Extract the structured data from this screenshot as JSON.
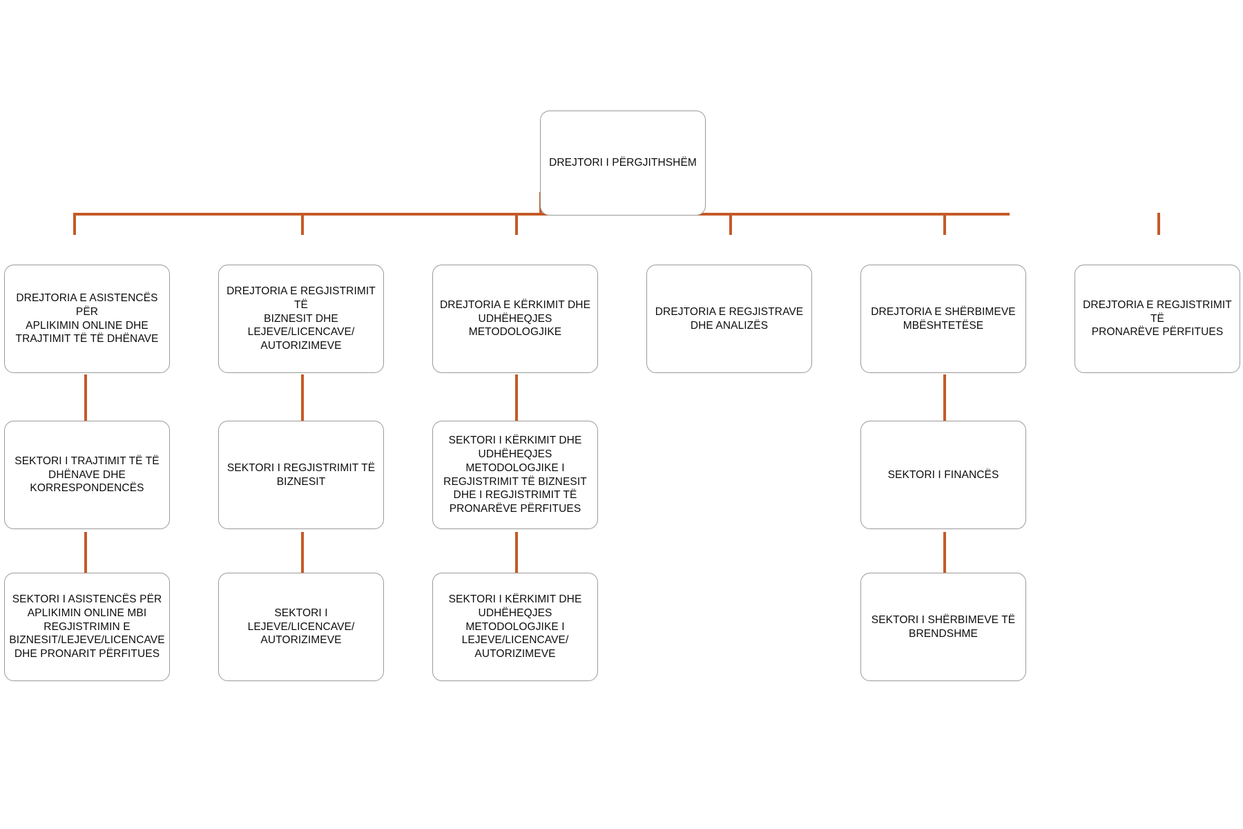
{
  "diagram": {
    "title": "Organizational chart",
    "colors": {
      "connector": "#c55a28",
      "node_border": "#9a9a9a",
      "node_fill": "#ffffff",
      "text": "#0d0d0d",
      "background": "#ffffff"
    }
  },
  "root": {
    "label": "DREJTORI I PËRGJITHSHËM"
  },
  "columns": [
    {
      "directorate": "DREJTORIA E ASISTENCËS PËR\nAPLIKIMIN ONLINE DHE\nTRAJTIMIT TË TË DHËNAVE",
      "sector_1": "SEKTORI I TRAJTIMIT TË TË\nDHËNAVE DHE\nKORRESPONDENCËS",
      "sector_2": "SEKTORI I ASISTENCËS PËR\nAPLIKIMIN ONLINE MBI\nREGJISTRIMIN E\nBIZNESIT/LEJEVE/LICENCAVE\nDHE PRONARIT PËRFITUES"
    },
    {
      "directorate": "DREJTORIA E REGJISTRIMIT TË\nBIZNESIT DHE\nLEJEVE/LICENCAVE/\nAUTORIZIMEVE",
      "sector_1": "SEKTORI I REGJISTRIMIT TË\nBIZNESIT",
      "sector_2": "SEKTORI I\nLEJEVE/LICENCAVE/\nAUTORIZIMEVE"
    },
    {
      "directorate": "DREJTORIA E KËRKIMIT DHE\nUDHËHEQJES\nMETODOLOGJIKE",
      "sector_1": "SEKTORI I KËRKIMIT DHE\nUDHËHEQJES\nMETODOLOGJIKE I\nREGJISTRIMIT TË BIZNESIT\nDHE I REGJISTRIMIT TË\nPRONARËVE PËRFITUES",
      "sector_2": "SEKTORI I KËRKIMIT DHE\nUDHËHEQJES METODOLOGJIKE I\nLEJEVE/LICENCAVE/\nAUTORIZIMEVE"
    },
    {
      "directorate": "DREJTORIA E REGJISTRAVE\nDHE ANALIZËS",
      "sector_1": null,
      "sector_2": null
    },
    {
      "directorate": "DREJTORIA E SHËRBIMEVE\nMBËSHTETËSE",
      "sector_1": "SEKTORI I FINANCËS",
      "sector_2": "SEKTORI I SHËRBIMEVE TË\nBRENDSHME"
    },
    {
      "directorate": "DREJTORIA E REGJISTRIMIT TË\nPRONARËVE PËRFITUES",
      "sector_1": null,
      "sector_2": null
    }
  ]
}
